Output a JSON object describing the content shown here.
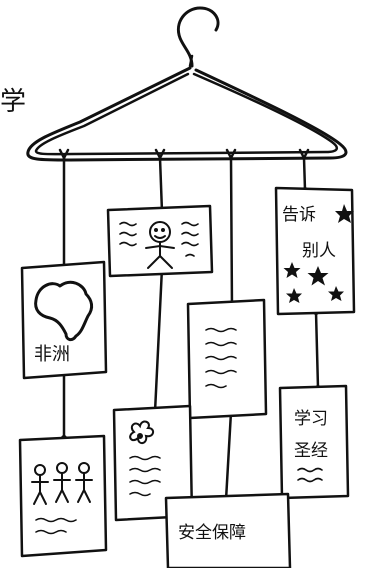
{
  "texts": {
    "partial_top_left": "学",
    "card_africa": "非洲",
    "card_tell_line1": "告诉",
    "card_tell_line2": "别人",
    "card_study_line1": "学习",
    "card_study_line2": "圣经",
    "card_safety": "安全保障"
  },
  "colors": {
    "ink": "#111111",
    "paper": "#ffffff"
  }
}
